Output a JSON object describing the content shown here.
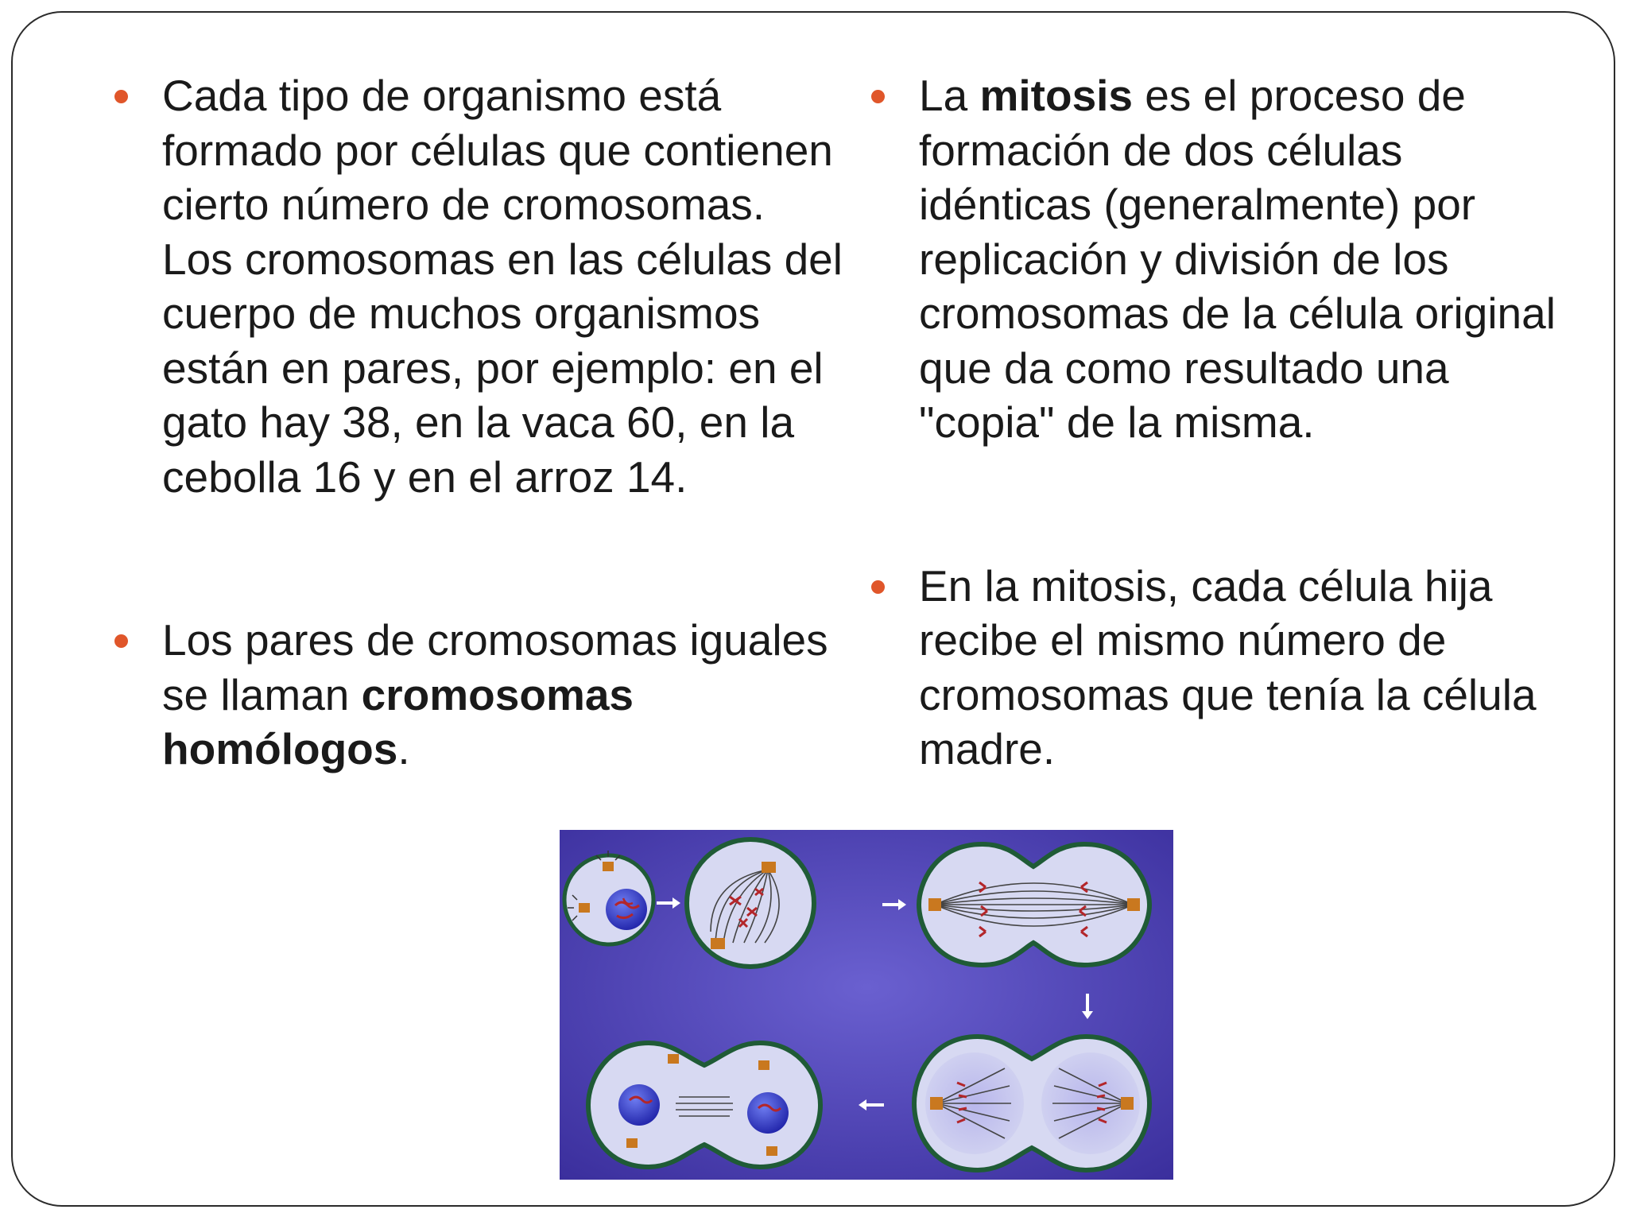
{
  "left_column": {
    "bullet1": "Cada tipo de organismo está formado por células que contienen cierto número de cromosomas.  Los cromosomas en las células del cuerpo de muchos organismos están en pares, por ejemplo: en el gato hay 38, en la vaca 60, en la cebolla 16 y en el arroz 14.",
    "bullet2": {
      "before": "Los pares de cromosomas iguales se llaman ",
      "bold": "cromosomas homólogos",
      "after": "."
    }
  },
  "right_column": {
    "bullet1": {
      "before": "La ",
      "bold": "mitosis",
      "after": " es el proceso de formación de dos células idénticas (generalmente) por replicación y división de los cromosomas de la célula original que da como resultado una \"copia\" de la misma."
    },
    "bullet2": "En la mitosis, cada célula hija recibe el mismo número de cromosomas que tenía la célula madre."
  },
  "colors": {
    "bullet": "#e0562a",
    "figure_background": "#4b3fb3",
    "cell_fill": "#d7d9f2",
    "cell_border": "#1f5b36",
    "nucleus": "#2b35c8",
    "chromosome": "#b3262a",
    "centrosome": "#c9781f",
    "arrow": "#ffffff"
  },
  "figure_icons": [
    "interphase-cell-icon",
    "prophase-cell-icon",
    "metaphase-cell-icon",
    "anaphase-cell-icon",
    "telophase-cell-icon",
    "step-arrow-icon"
  ]
}
